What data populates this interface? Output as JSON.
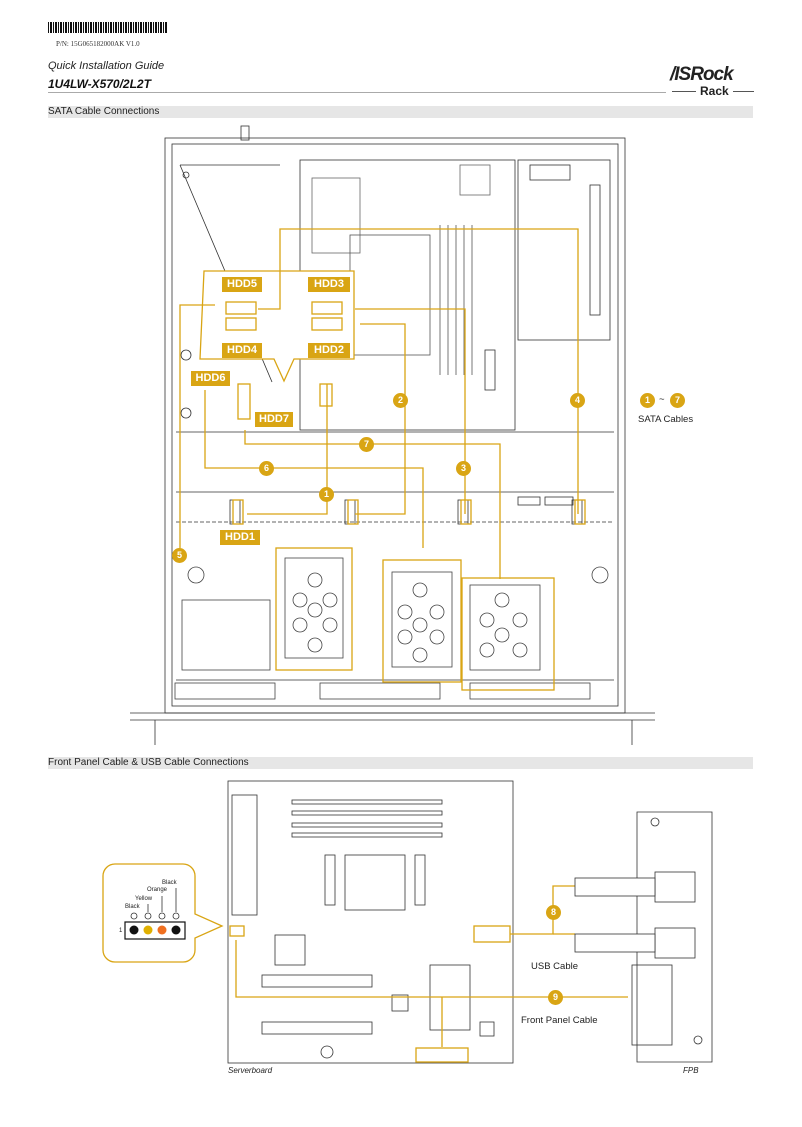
{
  "header": {
    "part_number": "P/N: 15G065182000AK V1.0",
    "guide_title": "Quick Installation Guide",
    "model": "1U4LW-X570/2L2T",
    "logo_top": "/ISRock",
    "logo_bottom": "Rack"
  },
  "sata_section": {
    "title": "SATA Cable Connections",
    "hdd_labels": [
      "HDD1",
      "HDD2",
      "HDD3",
      "HDD4",
      "HDD5",
      "HDD6",
      "HDD7"
    ],
    "cable_numbers": [
      "1",
      "2",
      "3",
      "4",
      "5",
      "6",
      "7"
    ],
    "legend": {
      "from": "1",
      "sep": "~",
      "to": "7",
      "label": "SATA Cables"
    }
  },
  "fp_section": {
    "title": "Front Panel Cable & USB Cable Connections",
    "pin_colors": [
      "Black",
      "Yellow",
      "Orange",
      "Black"
    ],
    "pin_number": "1",
    "cable_8_number": "8",
    "cable_8_label": "USB Cable",
    "cable_9_number": "9",
    "cable_9_label": "Front Panel Cable",
    "board_caption": "Serverboard",
    "fpb_caption": "FPB"
  },
  "colors": {
    "accent": "#d9a514",
    "pin_black": "#111111",
    "pin_yellow": "#e0b000",
    "pin_orange": "#f07020"
  }
}
